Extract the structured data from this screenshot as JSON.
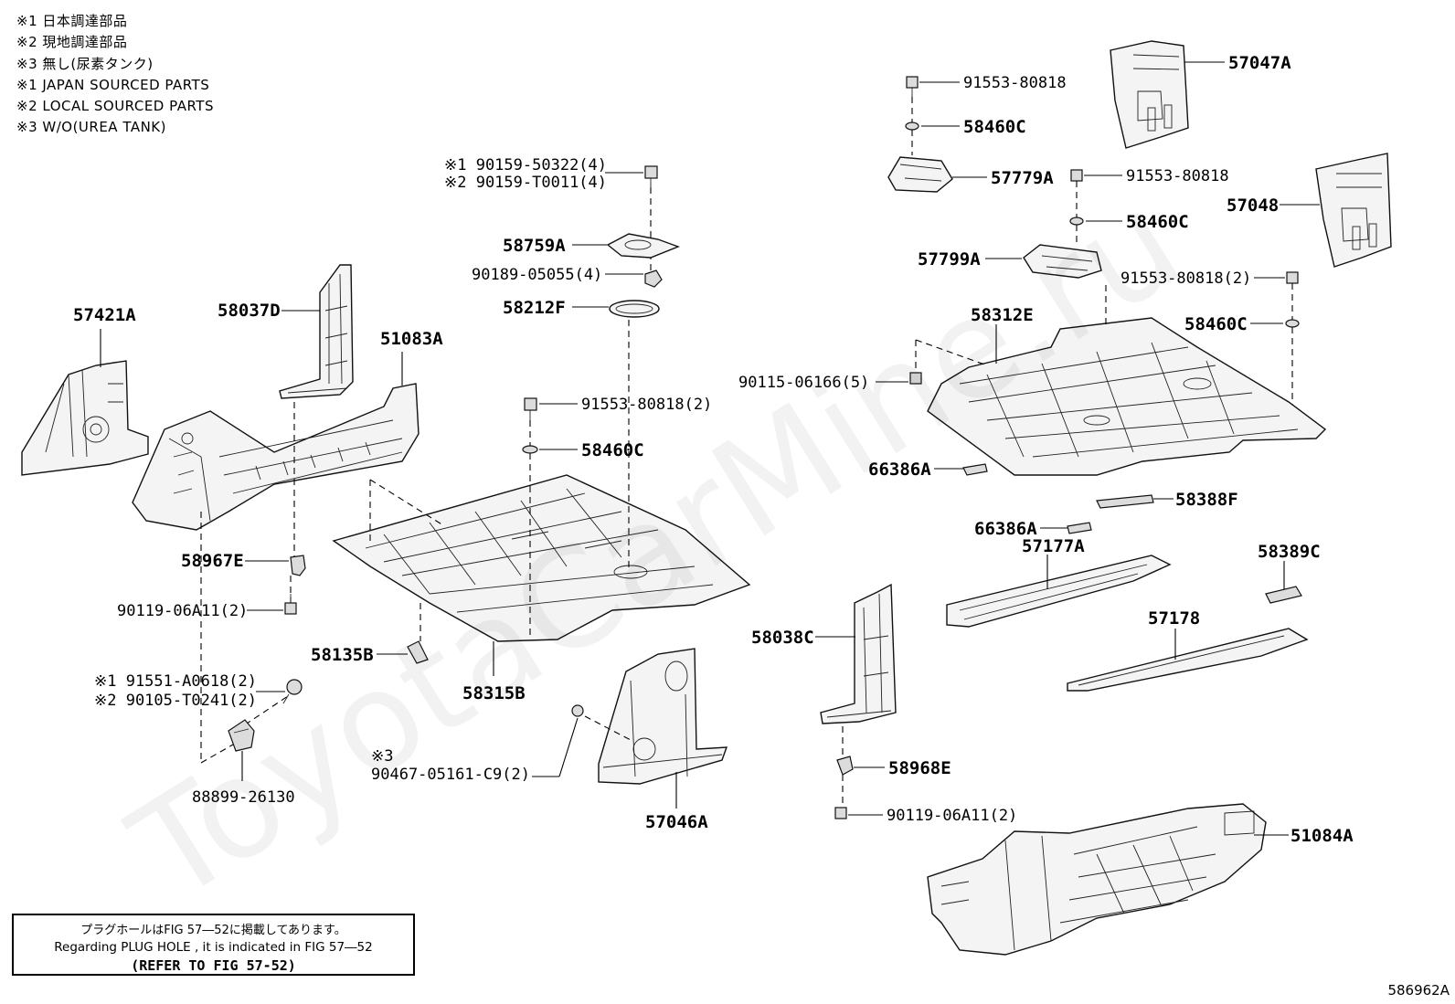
{
  "legend": [
    "※1 日本調達部品",
    "※2 現地調達部品",
    "※3 無し(尿素タンク)",
    "※1 JAPAN SOURCED PARTS",
    "※2 LOCAL SOURCED PARTS",
    "※3 W/O(UREA TANK)"
  ],
  "watermark": "ToyotaCarMine.ru",
  "note": {
    "line1": "プラグホールはFIG 57―52に掲載してあります。",
    "line2": "Regarding PLUG HOLE , it is indicated in FIG 57―52",
    "line3": "(REFER TO FIG 57-52)"
  },
  "figure_code": "586962A",
  "labels": {
    "p57421A": "57421A",
    "p58037D": "58037D",
    "p51083A": "51083A",
    "p58967E": "58967E",
    "p90119_1": "90119-06A11(2)",
    "p91551": "※1 91551-A0618(2)",
    "p90105": "※2 90105-T0241(2)",
    "p88899": "88899-26130",
    "p58135B": "58135B",
    "p58315B": "58315B",
    "p90159a": "※1 90159-50322(4)",
    "p90159b": "※2 90159-T0011(4)",
    "p58759A": "58759A",
    "p90189": "90189-05055(4)",
    "p58212F": "58212F",
    "p91553_c": "91553-80818(2)",
    "p58460C_c": "58460C",
    "p90467a": "※3",
    "p90467b": "90467-05161-C9(2)",
    "p57046A": "57046A",
    "p91553_t1": "91553-80818",
    "p58460C_t1": "58460C",
    "p57779A": "57779A",
    "p91553_t2": "91553-80818",
    "p58460C_t2": "58460C",
    "p57799A": "57799A",
    "p57047A": "57047A",
    "p57048": "57048",
    "p91553_r": "91553-80818(2)",
    "p58460C_r": "58460C",
    "p58312E": "58312E",
    "p90115": "90115-06166(5)",
    "p66386A_1": "66386A",
    "p58388F": "58388F",
    "p66386A_2": "66386A",
    "p57177A": "57177A",
    "p58389C": "58389C",
    "p57178": "57178",
    "p58038C": "58038C",
    "p58968E": "58968E",
    "p90119_2": "90119-06A11(2)",
    "p51084A": "51084A"
  }
}
